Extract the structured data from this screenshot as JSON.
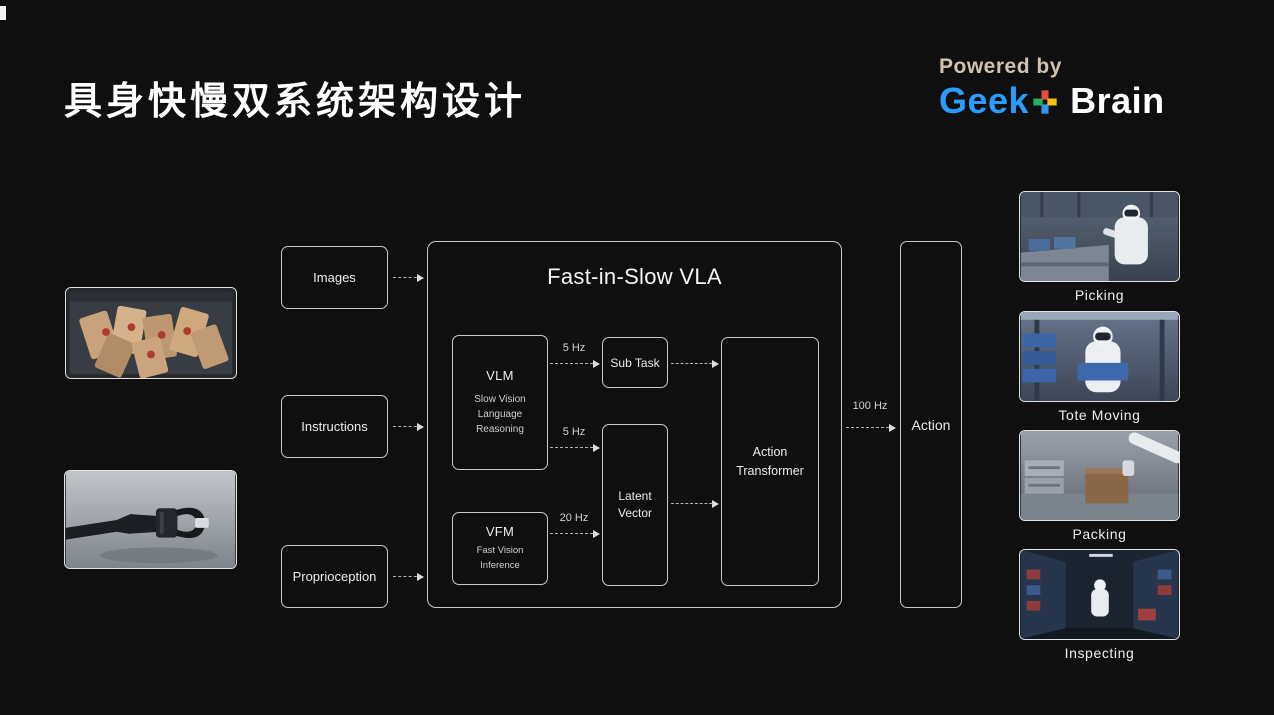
{
  "header": {
    "title": "具身快慢双系统架构设计",
    "powered_by": "Powered by",
    "brand_geek": "Geek",
    "brand_brain": "Brain"
  },
  "colors": {
    "background": "#0f0f0f",
    "brand_blue": "#2b9bff",
    "powered_tan": "#d1c3ab",
    "box_border": "#c9c9c9",
    "arrow": "#b4b4b4"
  },
  "inputs": {
    "images": "Images",
    "instructions": "Instructions",
    "proprioception": "Proprioception"
  },
  "core": {
    "title": "Fast-in-Slow VLA",
    "vlm_title": "VLM",
    "vlm_subtitle": "Slow Vision\nLanguage\nReasoning",
    "vfm_title": "VFM",
    "vfm_subtitle": "Fast Vision\nInference",
    "sub_task": "Sub Task",
    "latent_vector": "Latent Vector",
    "action_transformer": "Action Transformer",
    "rate_vlm_subtask": "5 Hz",
    "rate_vlm_latent": "5 Hz",
    "rate_vfm_latent": "20 Hz"
  },
  "output": {
    "rate": "100 Hz",
    "action": "Action"
  },
  "gallery": {
    "captions": [
      "Picking",
      "Tote Moving",
      "Packing",
      "Inspecting"
    ]
  }
}
